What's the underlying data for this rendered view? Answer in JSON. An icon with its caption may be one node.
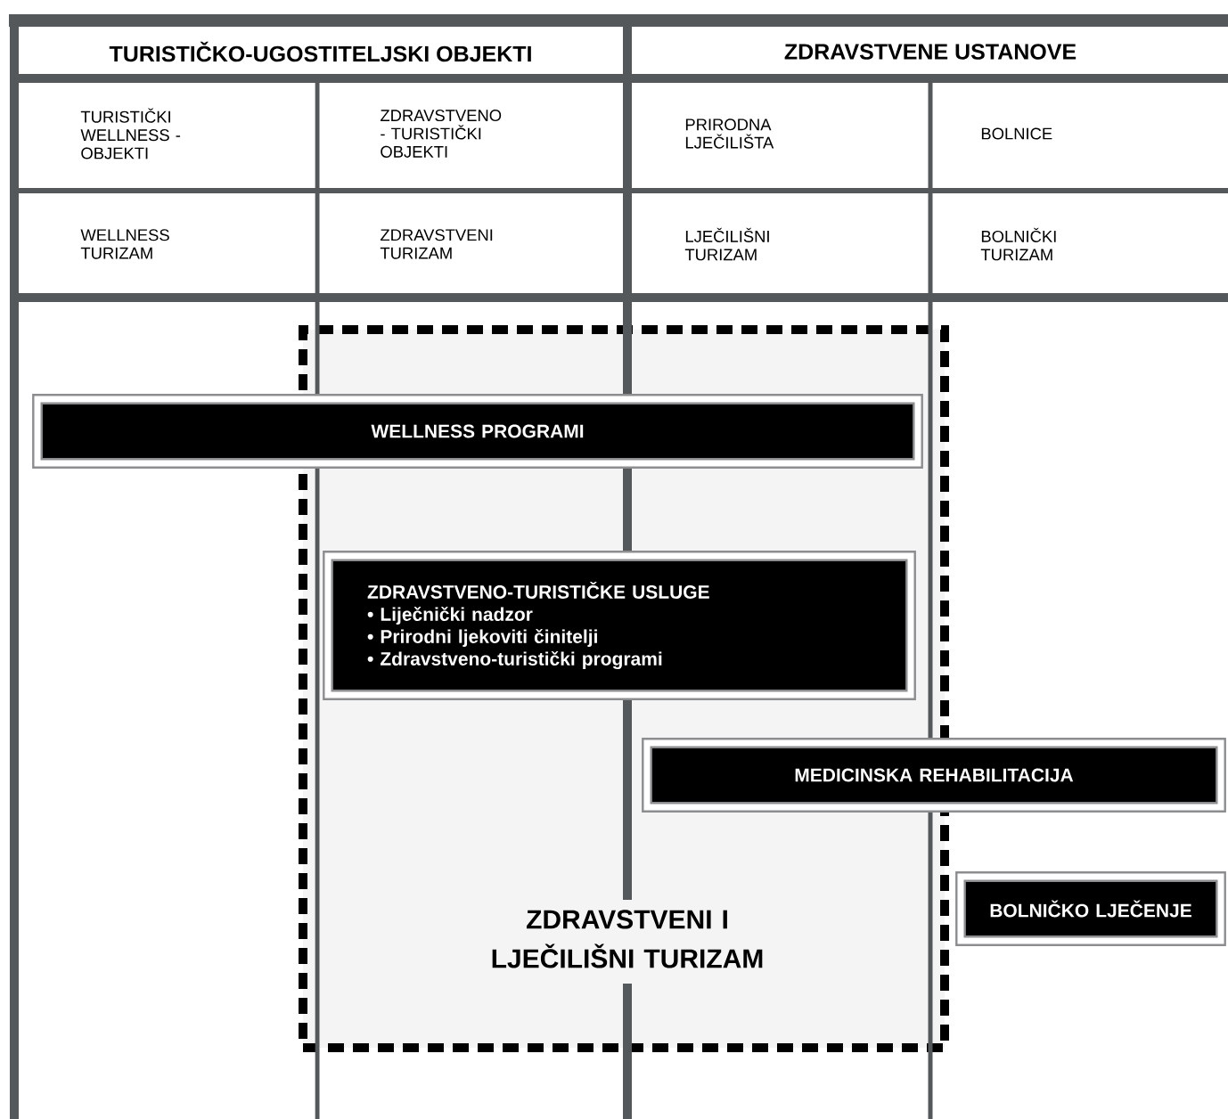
{
  "diagram": {
    "nodes": [
      {
        "text": [
          "TURISTIČKO-UGOSTITELJSKI OBJEKTI"
        ]
      },
      {
        "text": [
          "ZDRAVSTVENE USTANOVE"
        ]
      },
      {
        "text": [
          "TURISTIČKI WELLNESS - OBJEKTI"
        ]
      },
      {
        "text": [
          "ZDRAVSTVENO - TURISTIČKI OBJEKTI"
        ]
      },
      {
        "text": [
          "PRIRODNA LJEČILIŠTA"
        ]
      },
      {
        "text": [
          "BOLNICE"
        ]
      },
      {
        "text": [
          "WELLNESS TURIZAM"
        ]
      },
      {
        "text": [
          "ZDRAVSTVENI TURIZAM"
        ]
      },
      {
        "text": [
          "LJEČILIŠNI TURIZAM"
        ]
      },
      {
        "text": [
          "BOLNIČKI TURIZAM"
        ]
      },
      {
        "text": [
          "ZDRAVSTVENI I LJEČILIŠNI TURIZAM"
        ]
      },
      {
        "text": [
          "WELLNESS  PROGRAMI"
        ]
      },
      {
        "text": [
          "ZDRAVSTVENO-TURISTIČKE USLUGE",
          "• Liječnički nadzor",
          "• Prirodni ljekoviti činitelji",
          "• Zdravstveno-turistički programi"
        ],
        "in": 10
      },
      {
        "text": [
          "MEDICINSKA REHABILITACIJA"
        ]
      },
      {
        "text": [
          "BOLNIČKO LJEČENJE"
        ]
      }
    ]
  }
}
